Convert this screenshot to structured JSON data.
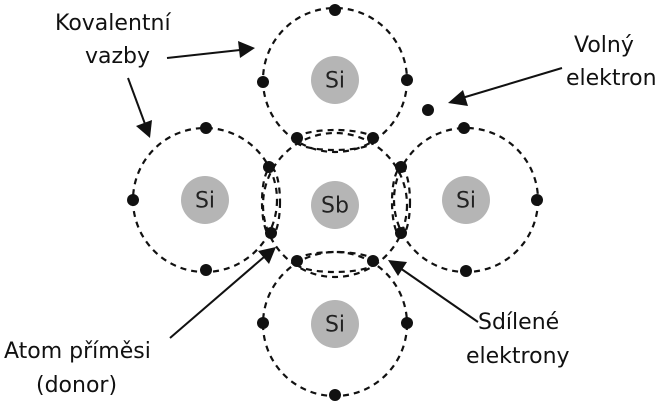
{
  "atoms": [
    {
      "id": "top",
      "label": "Si"
    },
    {
      "id": "left",
      "label": "Si"
    },
    {
      "id": "center",
      "label": "Sb"
    },
    {
      "id": "right",
      "label": "Si"
    },
    {
      "id": "bottom",
      "label": "Si"
    }
  ],
  "labels": {
    "covalent_bonds": [
      "Kovalentní",
      "vazby"
    ],
    "free_electron": [
      "Volný",
      "elektron"
    ],
    "impurity_atom": [
      "Atom příměsi",
      "(donor)"
    ],
    "shared_electrons": [
      "Sdílené",
      "elektrony"
    ]
  },
  "colors": {
    "nucleus": "#b5b5b5",
    "line": "#111111"
  }
}
